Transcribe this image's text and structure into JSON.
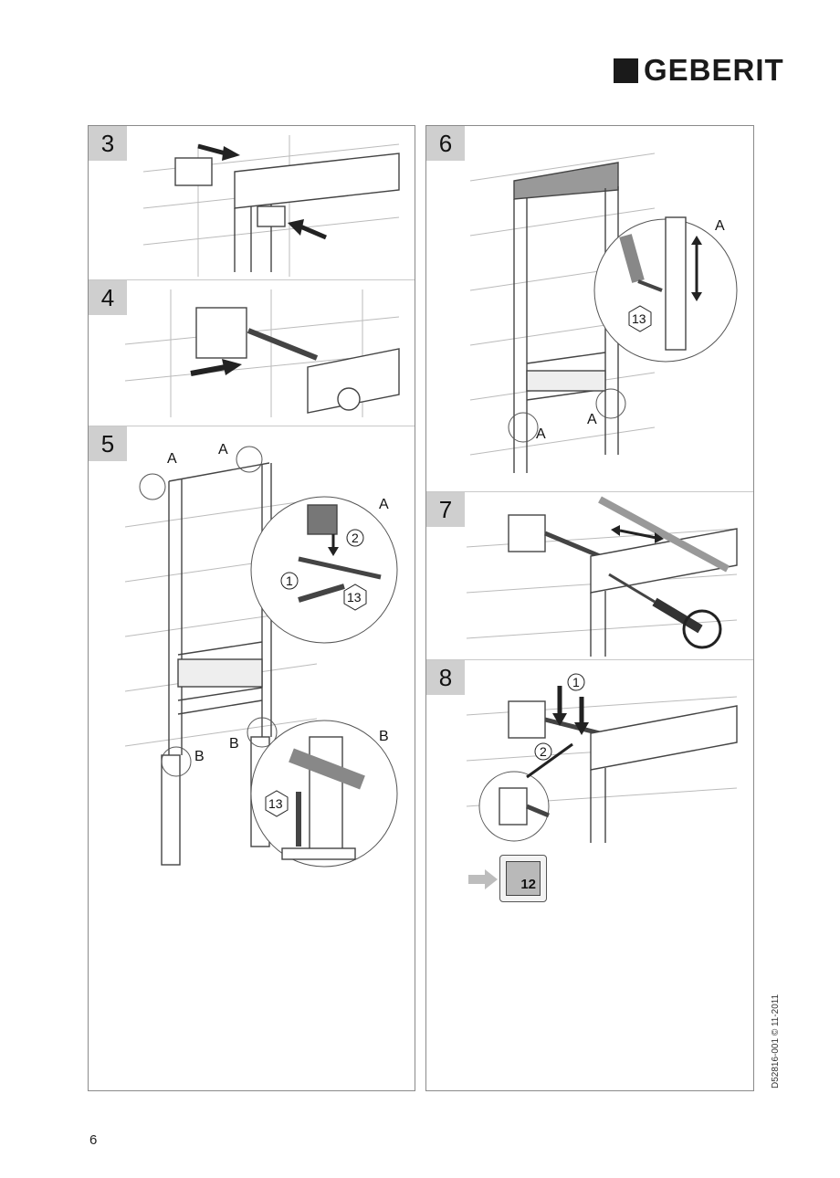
{
  "brand": {
    "name": "GEBERIT"
  },
  "steps": [
    {
      "number": "3"
    },
    {
      "number": "4"
    },
    {
      "number": "5",
      "labels": [
        "A",
        "A",
        "A",
        "B",
        "B",
        "B"
      ],
      "callouts": [
        "1",
        "2"
      ],
      "wrench_size": "13"
    },
    {
      "number": "6",
      "labels": [
        "A",
        "A",
        "A"
      ],
      "wrench_size": "13"
    },
    {
      "number": "7"
    },
    {
      "number": "8",
      "callouts": [
        "1",
        "2"
      ]
    }
  ],
  "reference": {
    "page": "12"
  },
  "footer": {
    "document_code": "D52816-001 © 11-2011",
    "page_number": "6"
  },
  "colors": {
    "badge": "#cfcfcf",
    "frame": "#8a8a8a",
    "line": "#555555",
    "arrow": "#222222"
  }
}
